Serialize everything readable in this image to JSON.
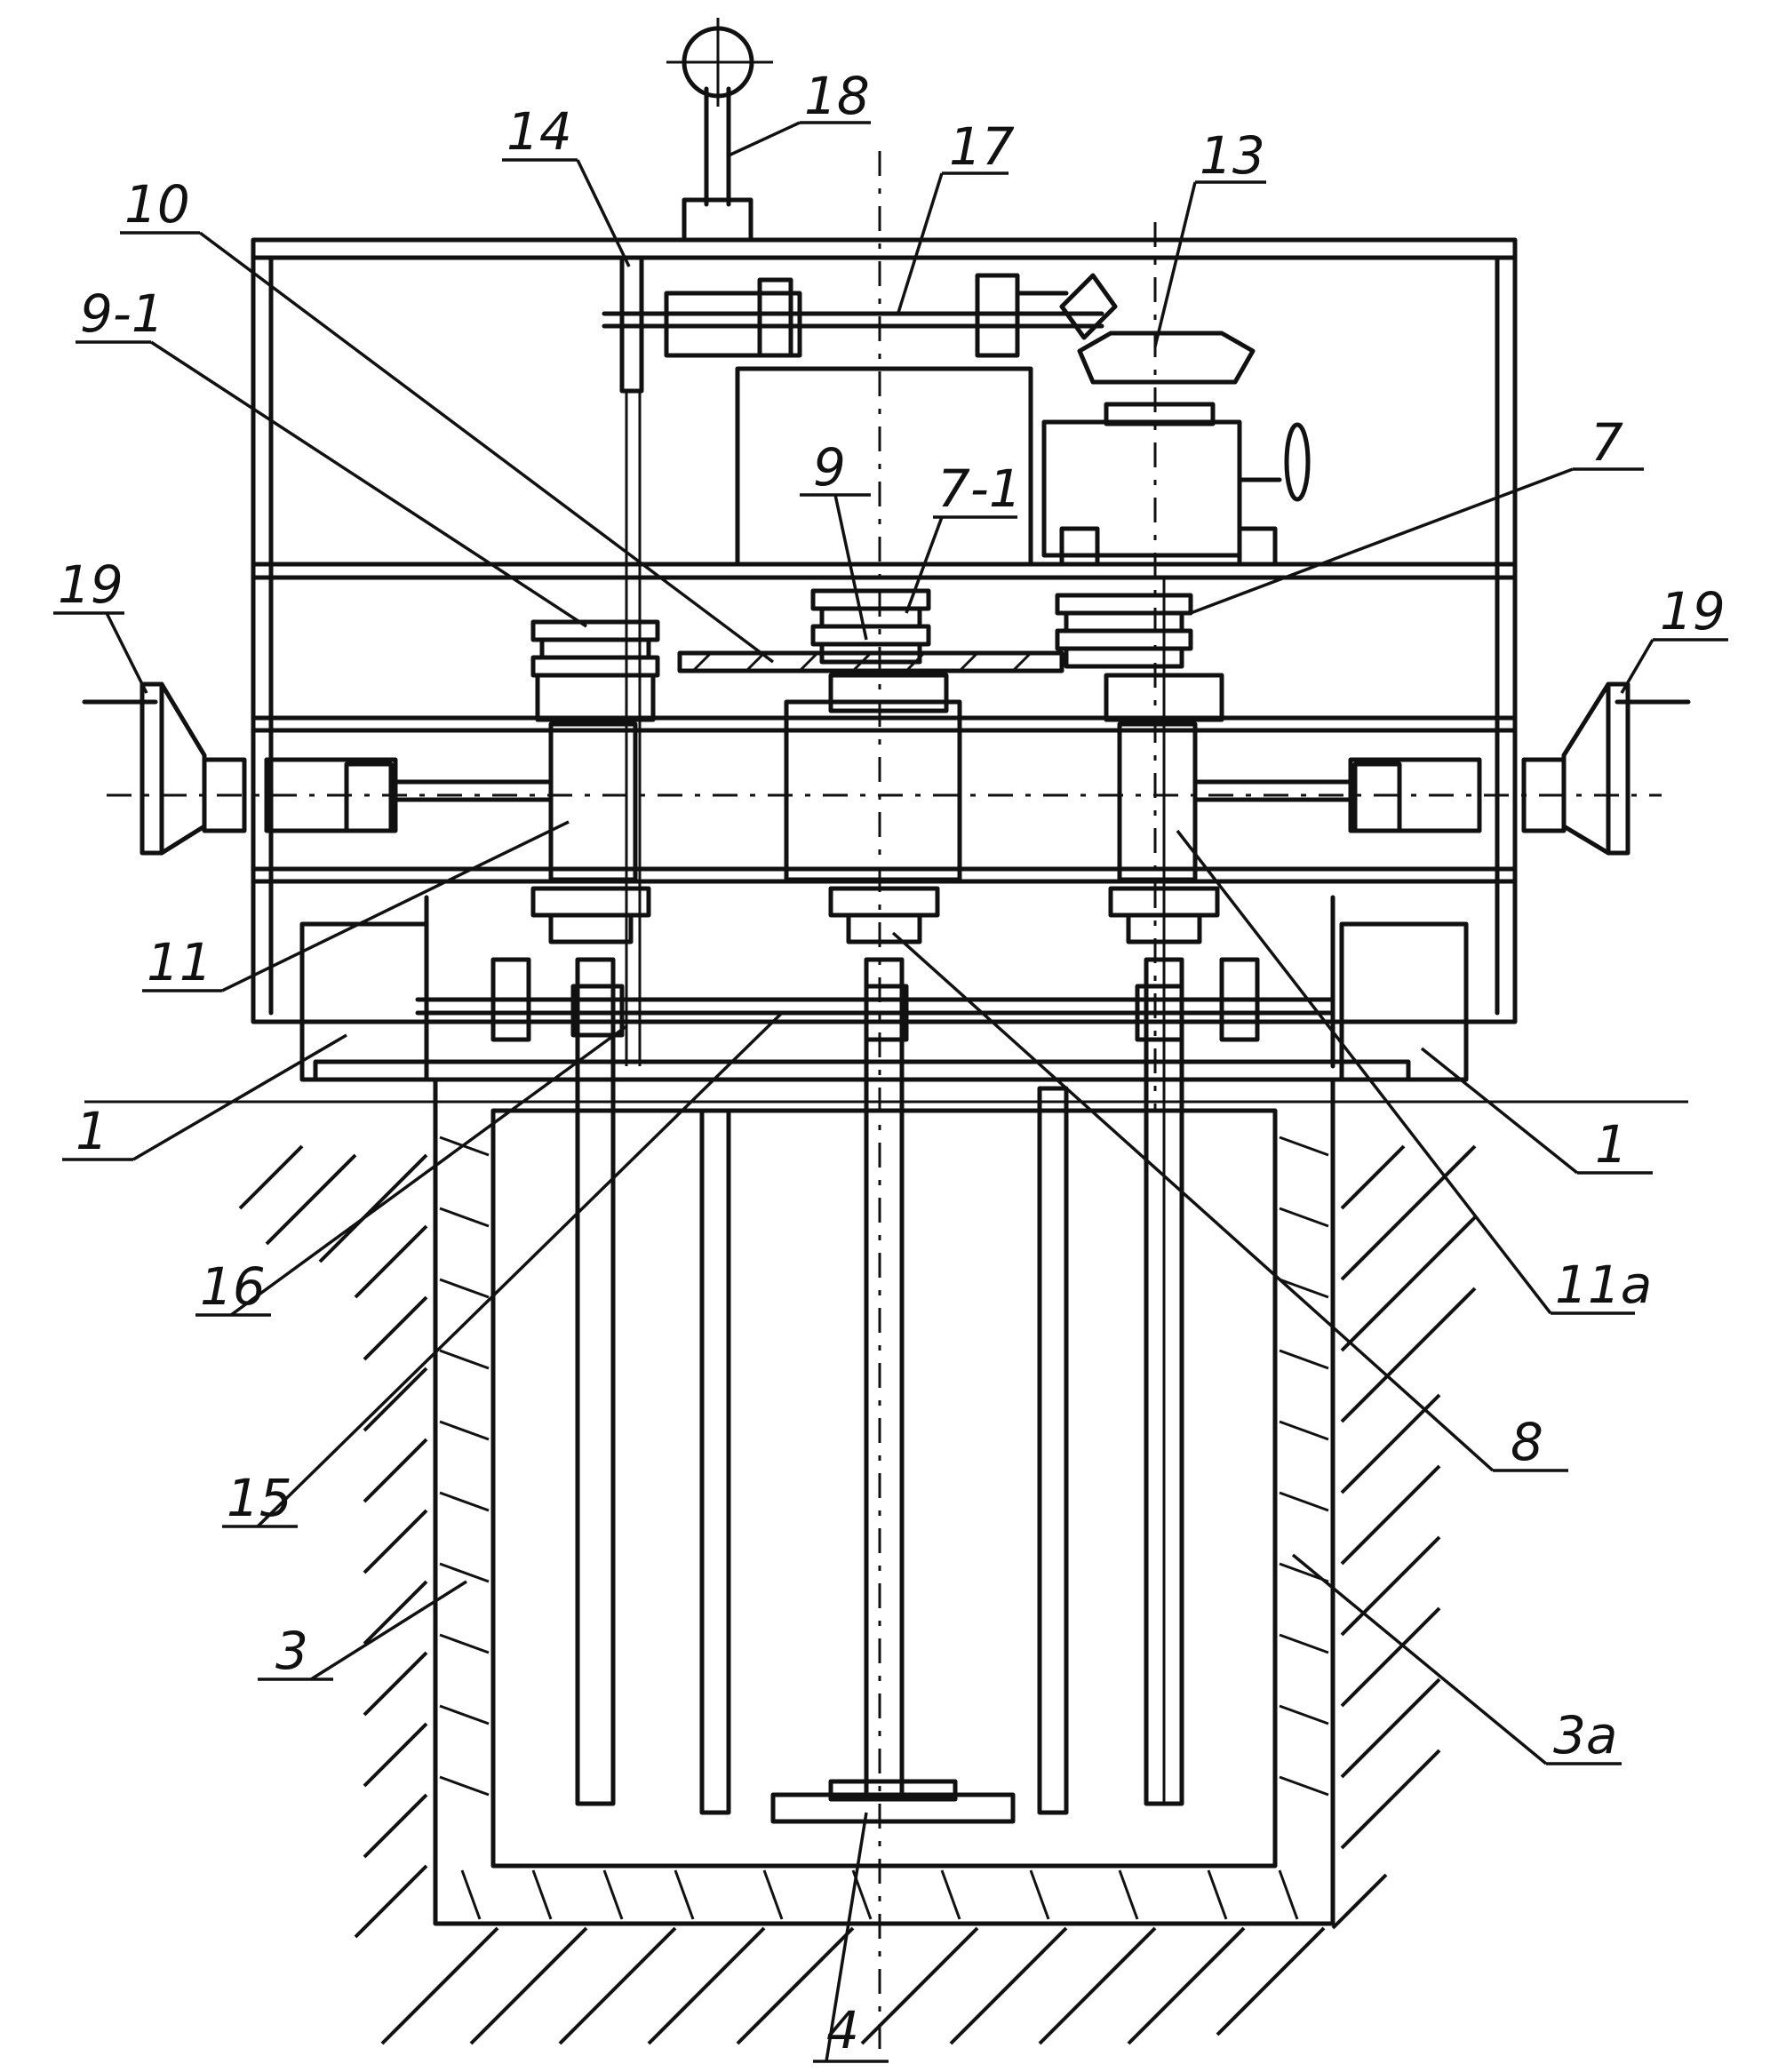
{
  "labels": {
    "l18": "18",
    "l14": "14",
    "l17": "17",
    "l13": "13",
    "l10": "10",
    "l9_1": "9-1",
    "l9": "9",
    "l7_1": "7-1",
    "l7": "7",
    "l19_left": "19",
    "l19_right": "19",
    "l11": "11",
    "l1_left": "1",
    "l1_right": "1",
    "l16": "16",
    "l11a": "11a",
    "l15": "15",
    "l8": "8",
    "l3": "3",
    "l3a": "3a",
    "l4": "4"
  }
}
